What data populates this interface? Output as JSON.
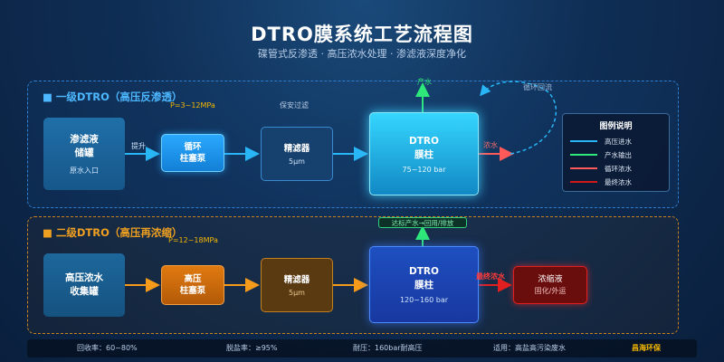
{
  "title": "DTRO膜系统工艺流程图",
  "subtitle": "碟管式反渗透 · 高压浓水处理 · 渗滤液深度净化",
  "stage1": {
    "label": "■ 一级DTRO（高压反渗透）",
    "pressure_note": "P=3~12MPa",
    "filter_note": "保安过滤",
    "tank": {
      "line1": "渗滤液",
      "line2": "储罐",
      "sub": "原水入口"
    },
    "lift_label": "提升",
    "pump": {
      "line1": "循环",
      "line2": "柱塞泵"
    },
    "filter": {
      "line1": "精滤器",
      "sub": "5μm"
    },
    "column": {
      "line1": "DTRO",
      "line2": "膜柱",
      "sub": "75~120 bar"
    },
    "product_label": "产水",
    "recycle_label": "循环回流",
    "concentrate_label": "浓水"
  },
  "legend": {
    "title": "图例说明",
    "items": [
      {
        "label": "高压进水",
        "color": "#29b6f6"
      },
      {
        "label": "产水输出",
        "color": "#2ee87a"
      },
      {
        "label": "循环浓水",
        "color": "#ff5a5a"
      },
      {
        "label": "最终浓水",
        "color": "#d01818"
      }
    ]
  },
  "stage2": {
    "label": "■ 二级DTRO（高压再浓缩）",
    "pressure_note": "P=12~18MPa",
    "product_tag": "达标产水→回用/排放",
    "tank": {
      "line1": "高压浓水",
      "line2": "收集罐"
    },
    "pump": {
      "line1": "高压",
      "line2": "柱塞泵"
    },
    "filter": {
      "line1": "精滤器",
      "sub": "5μm"
    },
    "column": {
      "line1": "DTRO",
      "line2": "膜柱",
      "sub": "120~160 bar"
    },
    "final_label": "最终浓水",
    "concentrate": {
      "line1": "浓缩液",
      "line2": "固化/外运"
    }
  },
  "footer": {
    "recovery": "回收率：60~80%",
    "desalination": "脱盐率：≥95%",
    "pressure": "耐压：160bar耐高压",
    "application": "适用：高盐高污染废水",
    "brand": "昌海环保"
  },
  "colors": {
    "feed": "#29b6f6",
    "product": "#2ee87a",
    "recycle": "#ff5a5a",
    "final": "#d01818",
    "stage2_flow": "#f59a1a"
  }
}
